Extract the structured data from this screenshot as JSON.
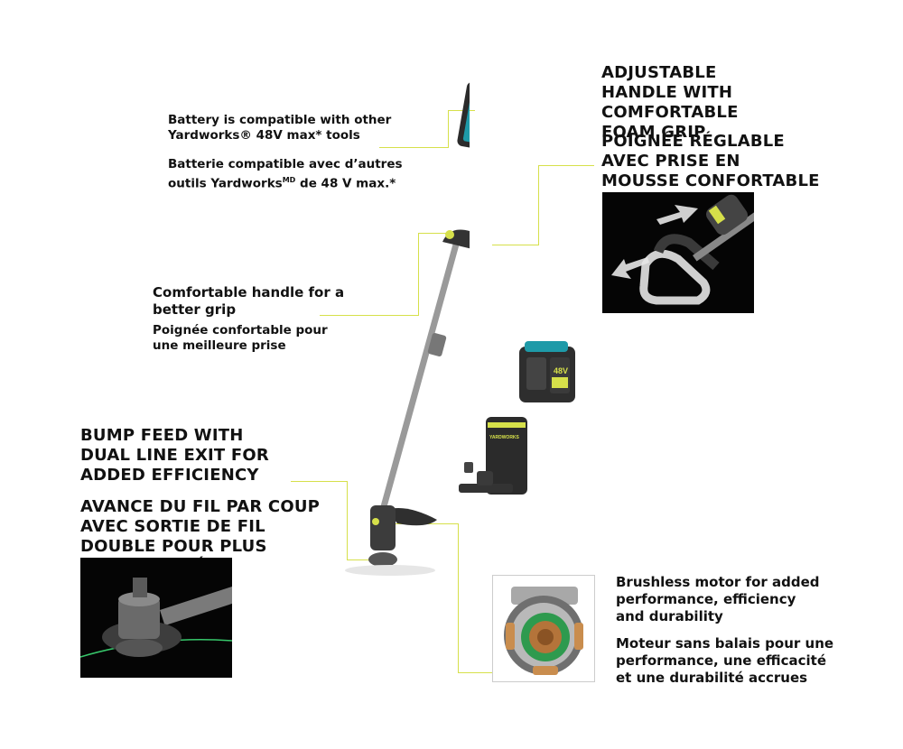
{
  "features": {
    "battery": {
      "en": "Battery is compatible with other Yardworks® 48V max* tools",
      "fr_before": "Batterie compatible avec d’autres outils Yardworks",
      "fr_sup": "MD",
      "fr_after": " de 48 V max.*"
    },
    "handle_adjust": {
      "en": "ADJUSTABLE HANDLE WITH COMFORTABLE FOAM GRIP",
      "fr": "POIGNÉE RÉGLABLE AVEC PRISE EN MOUSSE CONFORTABLE"
    },
    "handle_comfort": {
      "en": "Comfortable handle for a better grip",
      "fr": "Poignée confortable pour une meilleure prise"
    },
    "bump_feed": {
      "en": "BUMP FEED WITH DUAL LINE EXIT FOR ADDED EFFICIENCY",
      "fr": "AVANCE DU FIL PAR COUP AVEC SORTIE DE FIL DOUBLE POUR PLUS D’EFFICACITÉ"
    },
    "motor": {
      "en": "Brushless motor for added performance, efficiency and durability",
      "fr": "Moteur sans balais pour une performance, une efficacité et une durabilité accrues"
    }
  },
  "product": {
    "battery_label": "48V",
    "charger_label": "YARDWORKS"
  },
  "colors": {
    "accent": "#d6e04a",
    "battery_teal": "#1e9aa8",
    "body_dark": "#2b2b2b",
    "shaft": "#9a9a9a"
  }
}
